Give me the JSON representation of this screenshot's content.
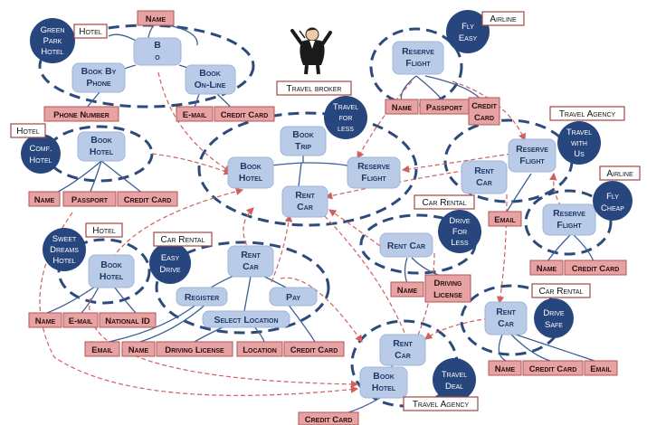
{
  "tasks": {
    "green_book_hotel": "Book Hotel",
    "green_book_by_phone": [
      "Book By",
      "Phone"
    ],
    "green_book_online": [
      "Book",
      "On-Line"
    ],
    "comf_book_hotel": [
      "Book",
      "Hotel"
    ],
    "broker_book_trip": [
      "Book",
      "Trip"
    ],
    "broker_book_hotel": [
      "Book",
      "Hotel"
    ],
    "broker_reserve_flight": [
      "Reserve",
      "Flight"
    ],
    "broker_rent_car": [
      "Rent",
      "Car"
    ],
    "flyeasy_reserve_flight": [
      "Reserve",
      "Flight"
    ],
    "twu_rent_car": [
      "Rent",
      "Car"
    ],
    "twu_reserve_flight": [
      "Reserve",
      "Flight"
    ],
    "flycheap_reserve_flight": [
      "Reserve",
      "Flight"
    ],
    "dfl_rent_car": "Rent Car",
    "sweet_book_hotel": [
      "Book",
      "Hotel"
    ],
    "easy_rent_car": [
      "Rent",
      "Car"
    ],
    "easy_register": "Register",
    "easy_pay": "Pay",
    "easy_select_location": "Select Location",
    "drivesafe_rent_car": [
      "Rent",
      "Car"
    ],
    "deal_rent_car": [
      "Rent",
      "Car"
    ],
    "deal_book_hotel": [
      "Book",
      "Hotel"
    ]
  },
  "params": {
    "green_name": "Name",
    "green_phone_number": "Phone Number",
    "green_email": "E-mail",
    "green_credit_card": "Credit Card",
    "comf_name": "Name",
    "comf_passport": "Passport",
    "comf_credit_card": "Credit Card",
    "flyeasy_name": "Name",
    "flyeasy_passport": "Passport",
    "flyeasy_credit_card": [
      "Credit",
      "Card"
    ],
    "twu_email": "Email",
    "flycheap_name": "Name",
    "flycheap_credit_card": "Credit Card",
    "dfl_name": "Name",
    "dfl_driving_license": [
      "Driving",
      "License"
    ],
    "sweet_name": "Name",
    "sweet_email": "E-mail",
    "sweet_national_id": "National ID",
    "easy_email": "Email",
    "easy_name": "Name",
    "easy_driving_license": "Driving License",
    "easy_location": "Location",
    "easy_credit_card": "Credit Card",
    "drivesafe_name": "Name",
    "drivesafe_credit_card": "Credit Card",
    "drivesafe_email": "Email",
    "deal_credit_card": "Credit Card"
  },
  "providers": {
    "green_park_hotel": [
      "Green",
      "Park",
      "Hotel"
    ],
    "comf_hotel": [
      "Comf.",
      "Hotel"
    ],
    "fly_easy": [
      "Fly",
      "Easy"
    ],
    "travel_for_less": [
      "Travel",
      "for",
      "less"
    ],
    "travel_with_us": [
      "Travel",
      "with",
      "Us"
    ],
    "fly_cheap": [
      "Fly",
      "Cheap"
    ],
    "drive_for_less": [
      "Drive",
      "For",
      "Less"
    ],
    "sweet_dreams_hotel": [
      "Sweet",
      "Dreams",
      "Hotel"
    ],
    "easy_drive": [
      "Easy",
      "Drive"
    ],
    "drive_safe": [
      "Drive",
      "Safe"
    ],
    "travel_deal": [
      "Travel",
      "Deal"
    ]
  },
  "domain_tags": {
    "green_hotel": "Hotel",
    "comf_hotel": "Hotel",
    "flyeasy_airline": "Airline",
    "travel_broker": "Travel broker",
    "travel_agency_top": "Travel Agency",
    "flycheap_airline": "Airline",
    "dfl_car_rental": "Car Rental",
    "sweet_hotel": "Hotel",
    "easy_car_rental": "Car Rental",
    "drivesafe_car_rental": "Car Rental",
    "travel_agency_bottom": "Travel Agency"
  },
  "colors": {
    "task_fill": "#b9cbe6",
    "param_fill": "#e7a3a3",
    "provider_fill": "#27467e",
    "cluster_stroke": "#2c4a7a",
    "flow_arrow": "#d06060"
  },
  "icons": {
    "broker_figure": "conductor-figure-icon"
  }
}
